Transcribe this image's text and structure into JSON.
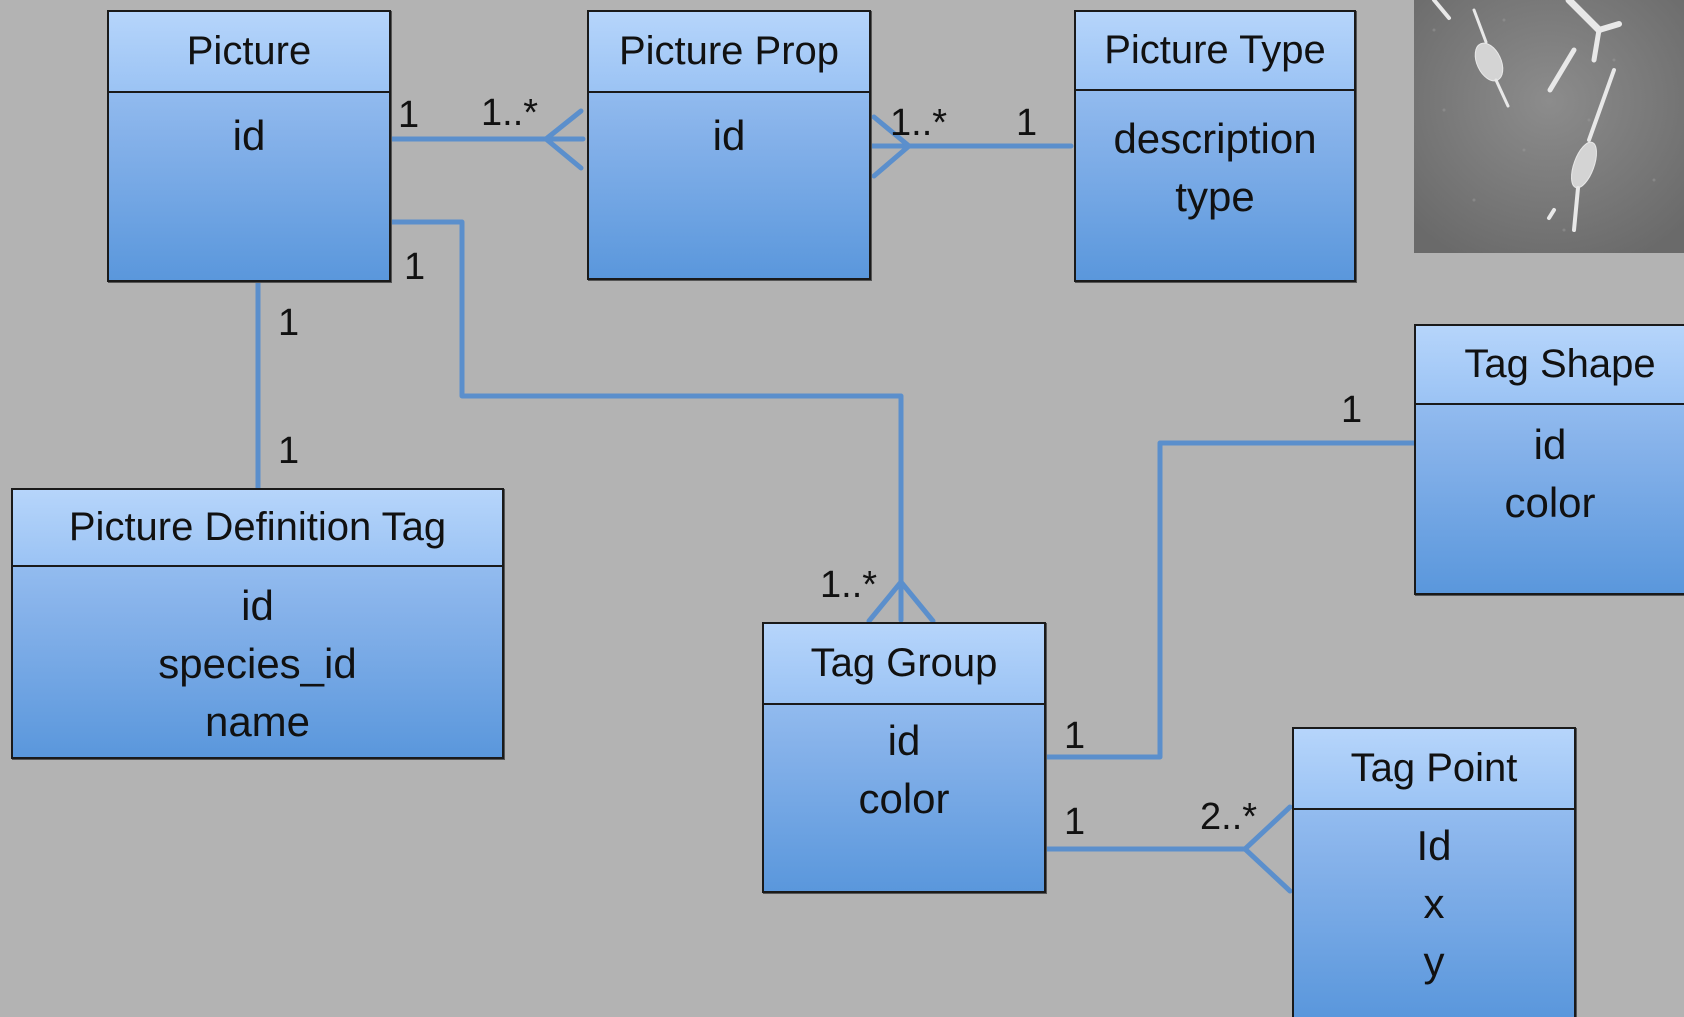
{
  "entities": {
    "picture": {
      "title": "Picture",
      "attributes": [
        "id"
      ]
    },
    "picture_prop": {
      "title": "Picture Prop",
      "attributes": [
        "id"
      ]
    },
    "picture_type": {
      "title": "Picture Type",
      "attributes": [
        "description",
        "type"
      ]
    },
    "picture_definition_tag": {
      "title": "Picture Definition Tag",
      "attributes": [
        "id",
        "species_id",
        "name"
      ]
    },
    "tag_group": {
      "title": "Tag Group",
      "attributes": [
        "id",
        "color"
      ]
    },
    "tag_shape": {
      "title": "Tag Shape",
      "attributes": [
        "id",
        "color"
      ]
    },
    "tag_point": {
      "title": "Tag Point",
      "attributes": [
        "Id",
        "x",
        "y"
      ]
    }
  },
  "multiplicities": {
    "picture_to_prop_src": "1",
    "picture_to_prop_dst": "1..*",
    "prop_to_type_src": "1..*",
    "prop_to_type_dst": "1",
    "picture_to_group_src": "1",
    "picture_to_group_dst": "1..*",
    "picture_to_deftag_src": "1",
    "picture_to_deftag_dst": "1",
    "group_to_shape_src": "1",
    "group_to_shape_dst": "1",
    "group_to_point_src": "1",
    "group_to_point_dst": "2..*"
  },
  "colors": {
    "background": "#b3b3b3",
    "connector": "#5b8fcc",
    "entity_fill_top": "#a8ccf8",
    "entity_fill_bottom": "#5a97dc",
    "border": "#1a1a1a"
  },
  "photo": {
    "description_icon": "microscope-cells-photo"
  }
}
